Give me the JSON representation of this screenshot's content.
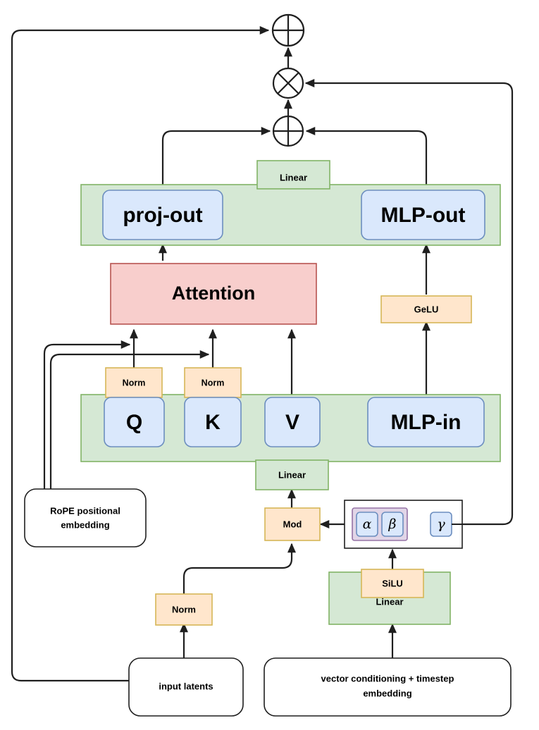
{
  "diagram": {
    "title": "DiT transformer block with modulation",
    "palette": {
      "green_fill": "#d5e8d4",
      "green_stroke": "#82b366",
      "blue_fill": "#dae8fc",
      "blue_stroke": "#6c8ebf",
      "pink_fill": "#f8cecc",
      "pink_stroke": "#b85450",
      "yellow_fill": "#ffe6cc",
      "yellow_stroke": "#d6b656",
      "purple_fill": "#e1d5e7",
      "purple_stroke": "#9673a6",
      "white_fill": "#ffffff",
      "edge_stroke": "#1f1f1f"
    },
    "operators": {
      "add_top": "+",
      "multiply": "×",
      "add_mid": "+"
    },
    "blocks": {
      "linear_top": "Linear",
      "proj_out": "proj-out",
      "mlp_out": "MLP-out",
      "attention": "Attention",
      "gelu": "GeLU",
      "norm_q": "Norm",
      "norm_k": "Norm",
      "q": "Q",
      "k": "K",
      "v": "V",
      "mlp_in": "MLP-in",
      "linear_qkv": "Linear",
      "rope": "RoPE positional embedding",
      "rope_line1": "RoPE positional",
      "rope_line2": "embedding",
      "mod": "Mod",
      "alpha": "α",
      "beta": "β",
      "gamma": "γ",
      "silu": "SiLU",
      "linear_cond": "Linear",
      "norm_in": "Norm",
      "input_latents": "input latents",
      "cond_line1": "vector conditioning + timestep",
      "cond_line2": "embedding",
      "cond_full": "vector conditioning + timestep embedding"
    }
  }
}
